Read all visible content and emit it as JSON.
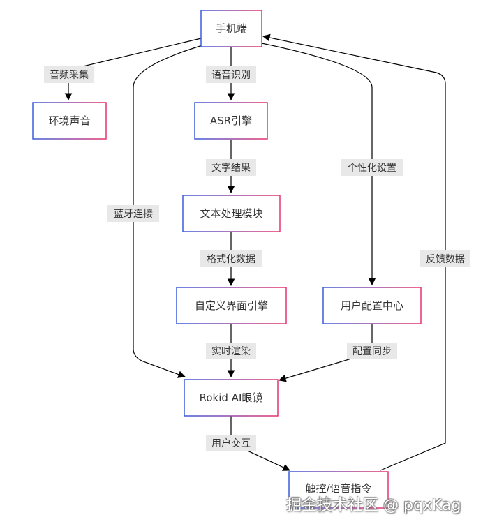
{
  "nodes": {
    "phone": "手机端",
    "env_sound": "环境声音",
    "asr": "ASR引擎",
    "text_proc": "文本处理模块",
    "ui_engine": "自定义界面引擎",
    "user_config": "用户配置中心",
    "glasses": "Rokid AI眼镜",
    "interaction": "触控/语音指令"
  },
  "edges": {
    "audio_capture": "音频采集",
    "speech_recog": "语音识别",
    "text_result": "文字结果",
    "format_data": "格式化数据",
    "realtime_render": "实时渲染",
    "bluetooth": "蓝牙连接",
    "personal_settings": "个性化设置",
    "config_sync": "配置同步",
    "user_interaction": "用户交互",
    "feedback": "反馈数据"
  },
  "colors": {
    "node_border_left": "#3b5bdb",
    "node_border_right": "#e8336d",
    "label_bg": "#e8e8e8",
    "edge": "#000000"
  },
  "watermark": "掘金技术社区 @ pqxKag"
}
